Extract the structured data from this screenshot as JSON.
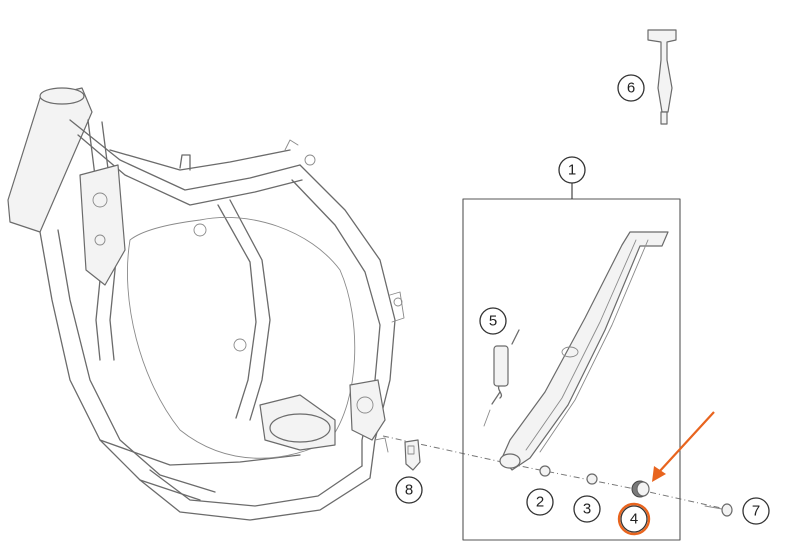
{
  "callouts": [
    {
      "id": "1",
      "label": "1"
    },
    {
      "id": "2",
      "label": "2"
    },
    {
      "id": "3",
      "label": "3"
    },
    {
      "id": "4",
      "label": "4"
    },
    {
      "id": "5",
      "label": "5"
    },
    {
      "id": "6",
      "label": "6"
    },
    {
      "id": "7",
      "label": "7"
    },
    {
      "id": "8",
      "label": "8"
    }
  ],
  "highlight": {
    "callout": "4",
    "color": "#e8641e"
  },
  "colors": {
    "line": "#6b6b6b",
    "callout_stroke": "#333333",
    "background": "#ffffff"
  }
}
